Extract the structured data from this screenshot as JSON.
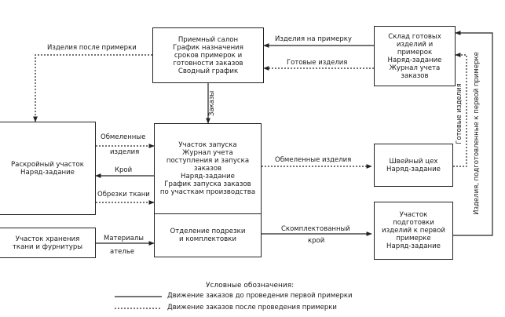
{
  "boxes": {
    "reception": "Приемный салон\nГрафик назначения\nсроков примерок и\nготовности заказов\nСводный график",
    "warehouse": "Склад готовых\nизделий и\nпримерок\nНаряд-задание\nЖурнал учета\nзаказов",
    "cutting": "Раскройный участок\nНаряд-задание",
    "launch": "Участок запуска\nЖурнал учета\nпоступления и запуска\nзаказов\nНаряд-задание\nГрафик запуска заказов\nпо участкам производства",
    "trimming": "Отделение подрезки\nи комплектовки",
    "sewing": "Швейный цех\nНаряд-задание",
    "prep": "Участок\nподготовки\nизделий к первой\nпримерке\nНаряд-задание",
    "storage": "Участок хранения\nткани и фурнитуры"
  },
  "labels": {
    "after_fitting": "Изделия после примерки",
    "for_fitting": "Изделия на примерку",
    "finished": "Готовые изделия",
    "orders": "Заказы",
    "swapped1": "Обмеленные",
    "swapped2": "изделия",
    "cut": "Крой",
    "scraps": "Обрезки ткани",
    "materials1": "Материалы",
    "materials2": "ателье",
    "swapped_items": "Обмеленные изделия",
    "kitted1": "Скомплектованный",
    "kitted2": "крой",
    "finished_vert": "Готовые изделия",
    "prepared_vert": "Изделия, подготовленные к первой примерке"
  },
  "legend": {
    "title": "Условные обозначения:",
    "solid": "Движение заказов до проведения первой примерки",
    "dotted": "Движение заказов после проведения примерки"
  }
}
